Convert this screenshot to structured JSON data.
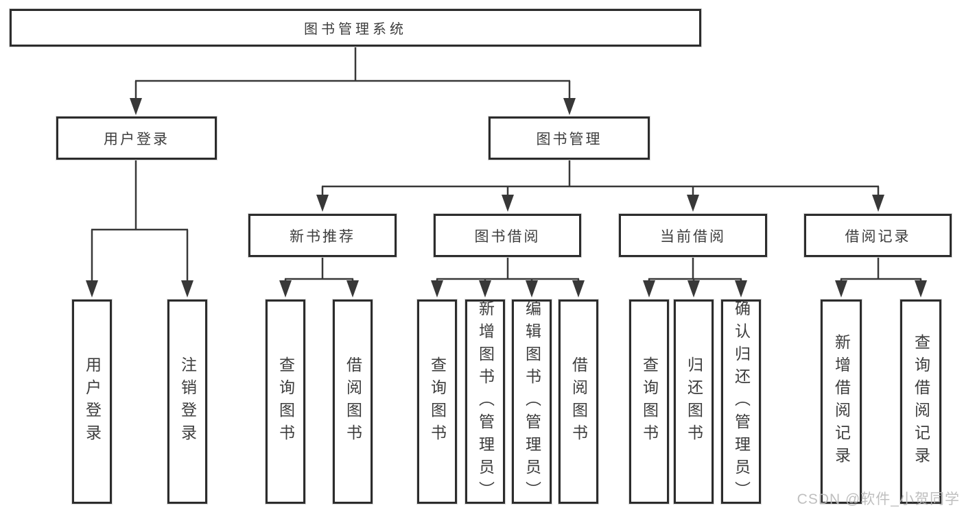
{
  "diagram": {
    "root": {
      "label": "图书管理系统"
    },
    "branches": [
      {
        "label": "用户登录",
        "children": [
          "用户登录",
          "注销登录"
        ]
      },
      {
        "label": "图书管理",
        "children": [
          {
            "label": "新书推荐",
            "children": [
              "查询图书",
              "借阅图书"
            ]
          },
          {
            "label": "图书借阅",
            "children": [
              "查询图书",
              "新增图书（管理员）",
              "编辑图书（管理员）",
              "借阅图书"
            ]
          },
          {
            "label": "当前借阅",
            "children": [
              "查询图书",
              "归还图书",
              "确认归还（管理员）"
            ]
          },
          {
            "label": "借阅记录",
            "children": [
              "新增借阅记录",
              "查询借阅记录"
            ]
          }
        ]
      }
    ]
  },
  "watermark": {
    "text": "CSDN @软件_小贺同学"
  },
  "colors": {
    "line": "#383838",
    "border": "#2c2c2c",
    "text": "#3d3d3d",
    "watermark": "#bababa",
    "background": "#ffffff"
  }
}
